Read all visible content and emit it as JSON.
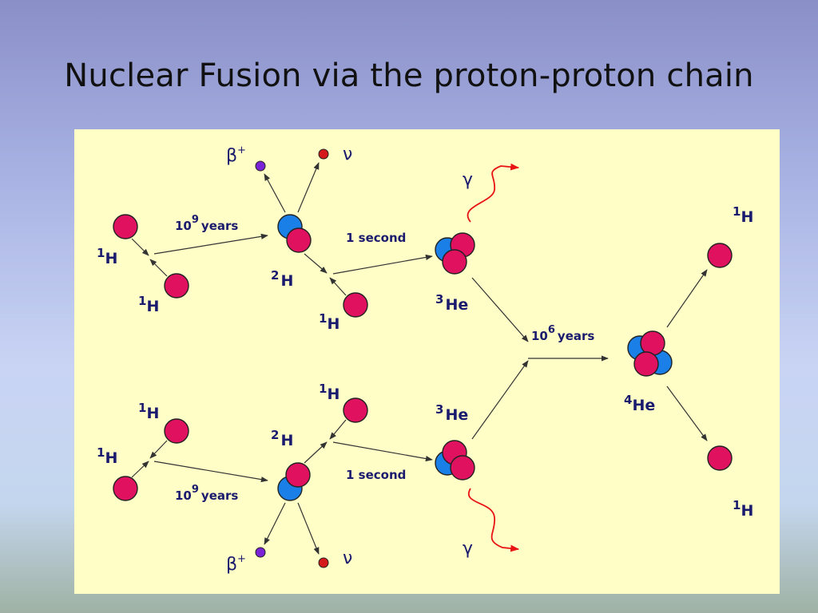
{
  "slide": {
    "title": "Nuclear Fusion via the proton-proton chain"
  },
  "diagram": {
    "labels": {
      "hydrogen_sup": "1",
      "hydrogen_sym": "H",
      "deuterium_sup": "2",
      "deuterium_sym": "H",
      "helium3_sup": "3",
      "helium3_sym": "He",
      "helium4_sup": "4",
      "helium4_sym": "He",
      "years_base": "10",
      "years_exp_9": "9",
      "years_exp_6": "6",
      "years_word": "years",
      "one_second": "1 second",
      "beta": "β",
      "beta_sup": "+",
      "neutrino": "ν",
      "gamma": "γ"
    },
    "colors": {
      "panel": "#fefec6",
      "proton": "#e0115f",
      "neutron": "#1a7fe6",
      "gamma_ray": "#e81414",
      "positron": "#7a22d6",
      "neutrino_dot": "#d41a1a",
      "label_text": "#1a1a6e"
    }
  }
}
